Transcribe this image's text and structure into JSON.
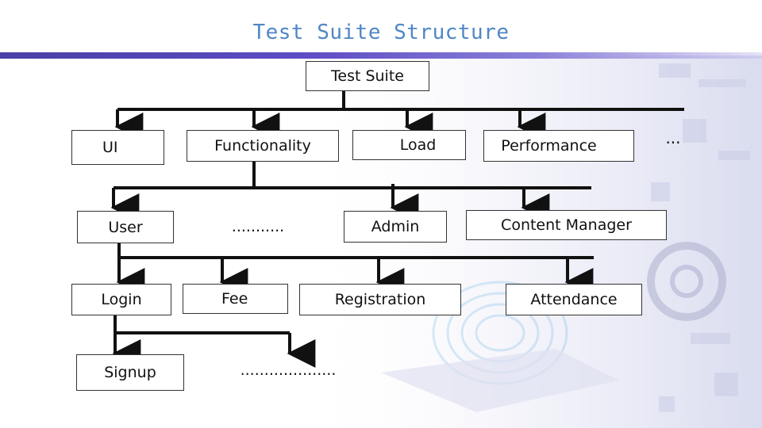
{
  "slide": {
    "title": "Test Suite Structure"
  },
  "tree": {
    "root": "Test Suite",
    "level1": [
      "UI",
      "Functionality",
      "Load",
      "Performance",
      "..."
    ],
    "level2": [
      "User",
      "...........",
      "Admin",
      "Content Manager"
    ],
    "level3": [
      "Login",
      "Fee",
      "Registration",
      "Attendance"
    ],
    "level4": [
      "Signup",
      "...................."
    ]
  },
  "colors": {
    "title": "#4f86c6",
    "rule": "#4a3fa6",
    "connector": "#111111"
  }
}
